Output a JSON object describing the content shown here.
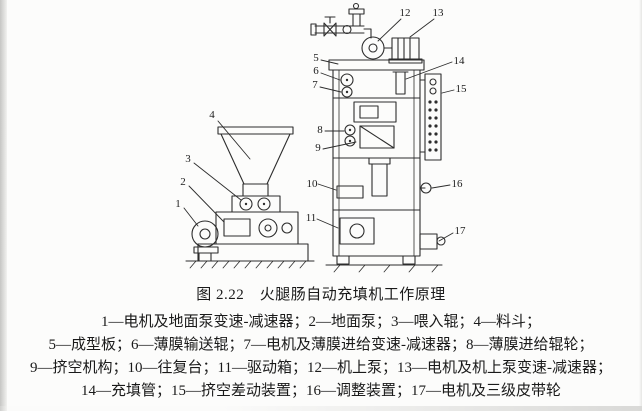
{
  "figure": {
    "caption": "图 2.22　火腿肠自动充填机工作原理",
    "legend_lines": [
      "1—电机及地面泵变速-减速器；2—地面泵；3—喂入辊；4—料斗；",
      "5—成型板；6—薄膜输送辊；7—电机及薄膜进给变速-减速器；8—薄膜进给辊轮；",
      "9—挤空机构；10—往复台；11—驱动箱；12—机上泵；13—电机及机上泵变速-减速器；",
      "14—充填管；15—挤空差动装置；16—调整装置；17—电机及三级皮带轮"
    ],
    "callouts": {
      "c1": "1",
      "c2": "2",
      "c3": "3",
      "c4": "4",
      "c5": "5",
      "c6": "6",
      "c7": "7",
      "c8": "8",
      "c9": "9",
      "c10": "10",
      "c11": "11",
      "c12": "12",
      "c13": "13",
      "c14": "14",
      "c15": "15",
      "c16": "16",
      "c17": "17"
    },
    "colors": {
      "ink": "#1d1d1d",
      "paper": "#fcfcfb"
    }
  }
}
